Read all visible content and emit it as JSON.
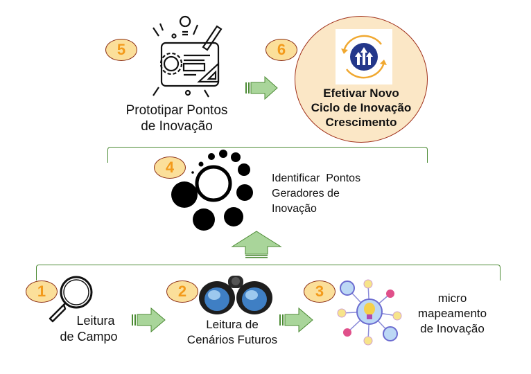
{
  "steps": [
    {
      "number": "1",
      "label_line1": "Leitura",
      "label_line2": "de Campo",
      "icon": "magnifier-icon"
    },
    {
      "number": "2",
      "label_line1": "Leitura de",
      "label_line2": "Cenários Futuros",
      "icon": "binoculars-icon"
    },
    {
      "number": "3",
      "label_line1": "micro",
      "label_line2": "mapeamento",
      "label_line3": "de Inovação",
      "icon": "network-idea-icon"
    },
    {
      "number": "4",
      "label_line1": "Identificar  Pontos",
      "label_line2": "Geradores de",
      "label_line3": "Inovação",
      "icon": "dots-circle-icon"
    },
    {
      "number": "5",
      "label_line1": "Prototipar Pontos",
      "label_line2": "de Inovação",
      "icon": "prototype-blueprint-icon"
    },
    {
      "number": "6",
      "label_line1": "Efetivar Novo",
      "label_line2": "Ciclo de Inovação",
      "label_line3": "Crescimento",
      "icon": "growth-cycle-icon"
    }
  ],
  "colors": {
    "badge_fill": "#fbdf9a",
    "badge_border": "#8b2e14",
    "badge_text": "#f39a1a",
    "arrow_fill": "#a9d59a",
    "arrow_stroke": "#4b8a33",
    "bracket": "#4b8a33",
    "final_circle_fill": "#fbe7c6",
    "final_circle_border": "#a0301a"
  }
}
